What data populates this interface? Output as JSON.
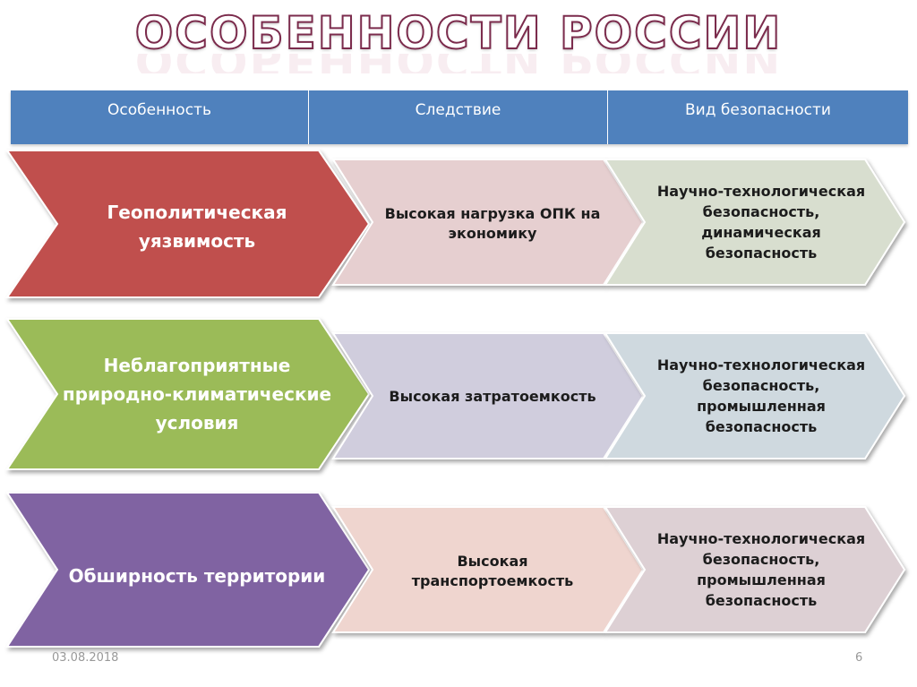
{
  "title": "ОСОБЕННОСТИ РОССИИ",
  "headers": [
    "Особенность",
    "Следствие",
    "Вид безопасности"
  ],
  "rows": [
    {
      "feature": "Геополитическая уязвимость",
      "consequence": "Высокая нагрузка ОПК на экономику",
      "security": "Научно-технологическая безопасность, динамическая безопасность",
      "colors": {
        "feature": "#c0504d",
        "consequence": "#e6cfd0",
        "security": "#d8decf"
      }
    },
    {
      "feature": "Неблагоприятные природно-климатические условия",
      "consequence": "Высокая затратоемкость",
      "security": "Научно-технологическая безопасность, промышленная безопасность",
      "colors": {
        "feature": "#9bbb59",
        "consequence": "#d0cddd",
        "security": "#cfd9df"
      }
    },
    {
      "feature": "Обширность территории",
      "consequence": "Высокая транспортоемкость",
      "security": "Научно-технологическая безопасность, промышленная безопасность",
      "colors": {
        "feature": "#8064a2",
        "consequence": "#efd5cf",
        "security": "#ddd0d4"
      }
    }
  ],
  "footer": {
    "date": "03.08.2018",
    "page": "6"
  },
  "colors": {
    "header": "#4f81bd",
    "title_outline": "#7b2b4c"
  }
}
